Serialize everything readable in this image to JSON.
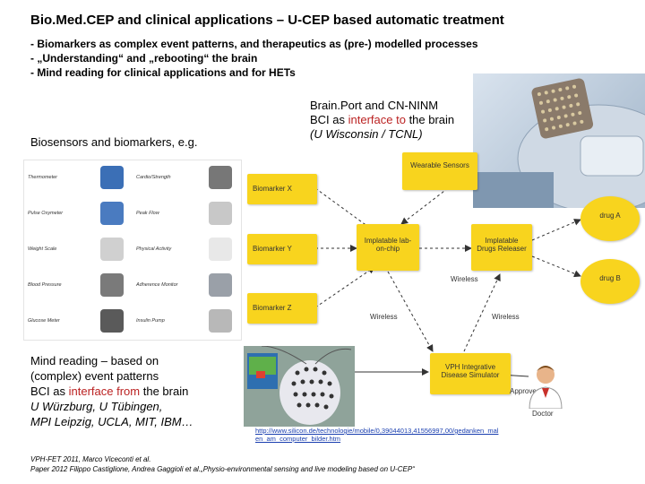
{
  "title": "Bio.Med.CEP and clinical applications – U-CEP based automatic treatment",
  "bullets": [
    "- Biomarkers as complex event patterns, and therapeutics as (pre-) modelled processes",
    "- „Understanding“ and „rebooting“ the brain",
    "- Mind reading for clinical applications and for HETs"
  ],
  "biosensors_label": "Biosensors and biomarkers, e.g.",
  "biosensors": [
    {
      "label": "Thermometer",
      "icon": "thermometer-icon",
      "color": "#3b6fb6"
    },
    {
      "label": "Cardio/Strength",
      "icon": "treadmill-icon",
      "color": "#777777"
    },
    {
      "label": "Pulse Oxymeter",
      "icon": "pulse-oximeter-icon",
      "color": "#4a7bc0"
    },
    {
      "label": "Peak Flow",
      "icon": "peak-flow-icon",
      "color": "#c8c8c8"
    },
    {
      "label": "Weight Scale",
      "icon": "scale-icon",
      "color": "#d0d0d0"
    },
    {
      "label": "Physical Activity",
      "icon": "activity-icon",
      "color": "#e8e8e8"
    },
    {
      "label": "Blood Pressure",
      "icon": "blood-pressure-icon",
      "color": "#7a7a7a"
    },
    {
      "label": "Adherence Monitor",
      "icon": "pill-box-icon",
      "color": "#9aa0a8"
    },
    {
      "label": "Glucose Meter",
      "icon": "glucose-meter-icon",
      "color": "#5a5a5a"
    },
    {
      "label": "Insulin Pump",
      "icon": "insulin-pump-icon",
      "color": "#b8b8b8"
    }
  ],
  "brainport": {
    "line1": "Brain.Port and CN-NINM",
    "line2_pre": "BCI as ",
    "line2_red": "interface to",
    "line2_post": " the brain",
    "line3": "(U Wisconsin / TCNL)"
  },
  "diagram": {
    "wearable": "Wearable Sensors",
    "biomarker_x": "Biomarker X",
    "biomarker_y": "Biomarker Y",
    "biomarker_z": "Biomarker Z",
    "lab_on_chip": "Implatable lab-on-chip",
    "drugs_releaser": "Implatable Drugs Releaser",
    "drug_a": "drug A",
    "drug_b": "drug B",
    "simulator": "VPH Integrative Disease Simulator",
    "wireless": "Wireless",
    "approve": "Approve",
    "doctor": "Doctor",
    "box_color": "#f8d41e"
  },
  "mind": {
    "line1": "Mind reading – based on",
    "line2": "(complex) event patterns",
    "line3_pre": "BCI as ",
    "line3_red": "interface from",
    "line3_post": " the brain",
    "line4": "U Würzburg, U Tübingen,",
    "line5": "MPI Leipzig, UCLA, MIT, IBM…"
  },
  "link": {
    "line1": "http://www.silicon.de/technologie/mobile/0,39044013,41556997,00/gedanken_mal",
    "line2": "en_am_computer_bilder.htm"
  },
  "refs": [
    "VPH-FET 2011, Marco Viceconti et al.",
    "Paper 2012 Filippo Castiglione, Andrea Gaggioli et al.„Physio-environmental sensing and live modeling based on U-CEP“"
  ]
}
